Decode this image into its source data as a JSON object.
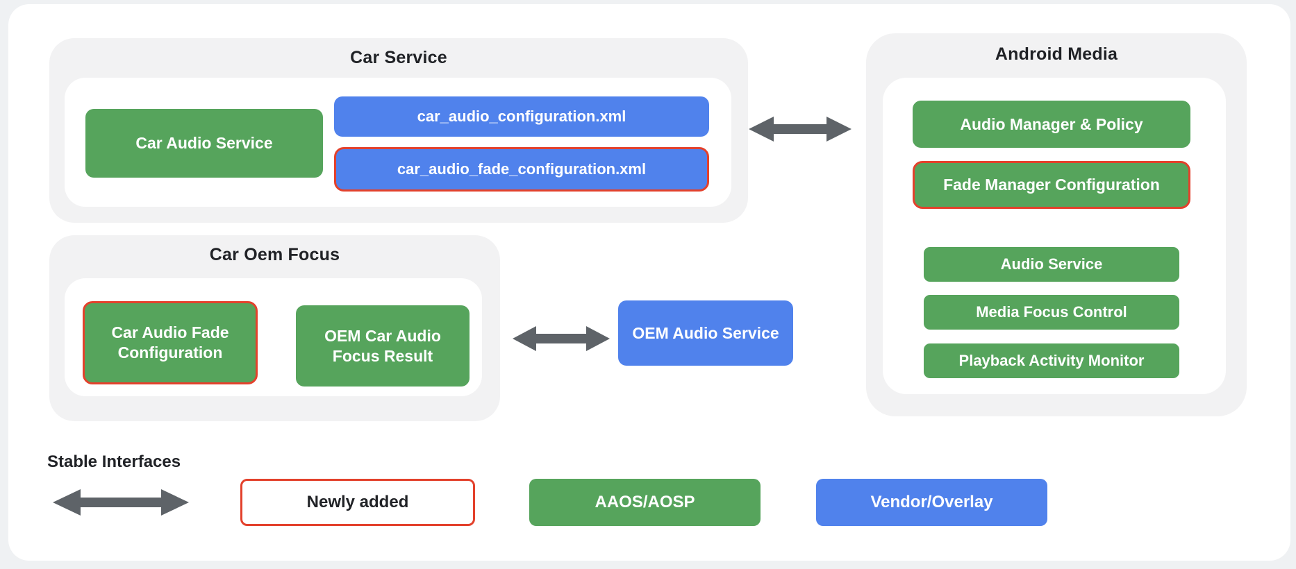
{
  "colors": {
    "green": "#56A45C",
    "blue": "#5082EC",
    "red": "#E3412C",
    "arrow_gray": "#5E6368",
    "panel_gray": "#F2F2F3",
    "page_bg": "#EFF1F3",
    "ink": "#202226"
  },
  "car_service": {
    "title": "Car Service",
    "car_audio_service": "Car Audio Service",
    "config_xml": "car_audio_configuration.xml",
    "fade_config_xml": "car_audio_fade_configuration.xml"
  },
  "android_media": {
    "title": "Android Media",
    "audio_manager_policy": "Audio Manager & Policy",
    "fade_manager_configuration": "Fade Manager Configuration",
    "audio_service": "Audio Service",
    "media_focus_control": "Media Focus Control",
    "playback_activity_monitor": "Playback Activity Monitor"
  },
  "car_oem_focus": {
    "title": "Car Oem Focus",
    "car_audio_fade_configuration": "Car Audio Fade Configuration",
    "oem_car_audio_focus_result": "OEM Car Audio Focus Result"
  },
  "oem_audio_service": {
    "label": "OEM Audio Service"
  },
  "legend": {
    "stable_interfaces": "Stable Interfaces",
    "newly_added": "Newly added",
    "aaos_aosp": "AAOS/AOSP",
    "vendor_overlay": "Vendor/Overlay"
  }
}
